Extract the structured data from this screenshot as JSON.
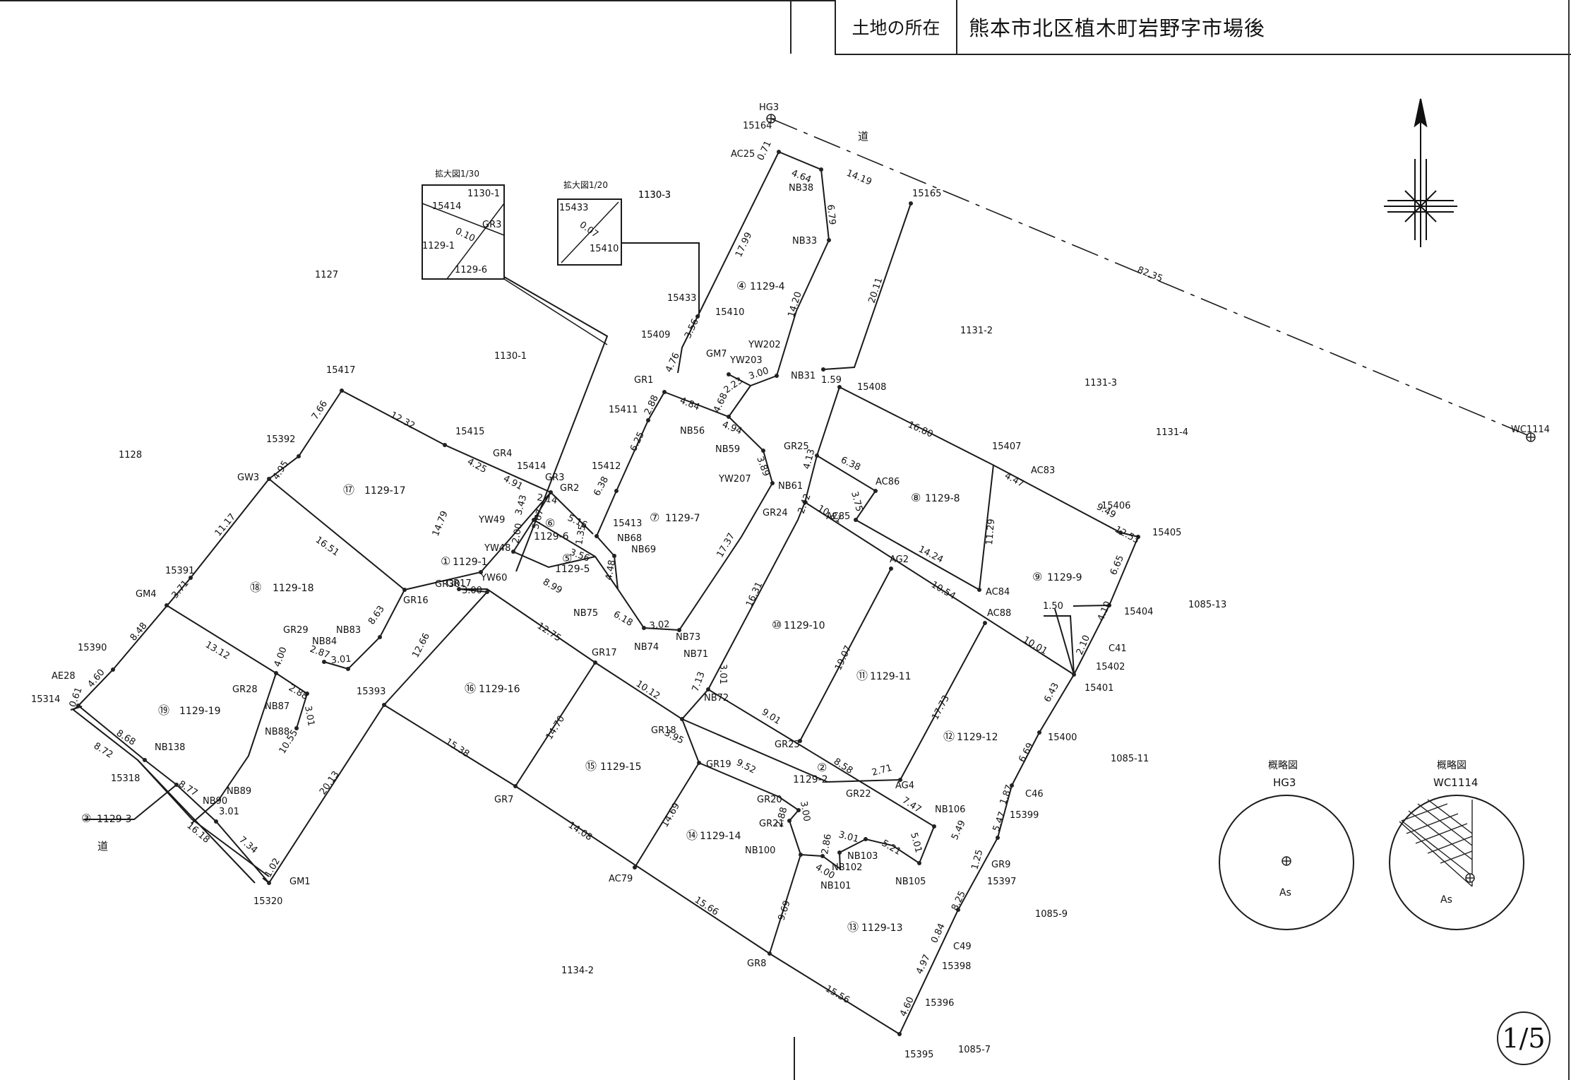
{
  "header": {
    "label": "土地の所在",
    "value": "熊本市北区植木町岩野字市場後"
  },
  "page_number": "1/5",
  "colors": {
    "line": "#1a1a1a",
    "text": "#111111"
  },
  "icons": [
    "north-arrow-icon",
    "benchmark-symbol-icon"
  ],
  "parcels": [
    {
      "no": "①",
      "id": "1129-1"
    },
    {
      "no": "②",
      "id": "1129-2"
    },
    {
      "no": "③",
      "id": "1129-3"
    },
    {
      "no": "④",
      "id": "1129-4"
    },
    {
      "no": "⑤",
      "id": "1129-5"
    },
    {
      "no": "⑥",
      "id": "1129-6"
    },
    {
      "no": "⑦",
      "id": "1129-7"
    },
    {
      "no": "⑧",
      "id": "1129-8"
    },
    {
      "no": "⑨",
      "id": "1129-9"
    },
    {
      "no": "⑩",
      "id": "1129-10"
    },
    {
      "no": "⑪",
      "id": "1129-11"
    },
    {
      "no": "⑫",
      "id": "1129-12"
    },
    {
      "no": "⑬",
      "id": "1129-13"
    },
    {
      "no": "⑭",
      "id": "1129-14"
    },
    {
      "no": "⑮",
      "id": "1129-15"
    },
    {
      "no": "⑯",
      "id": "1129-16"
    },
    {
      "no": "⑰",
      "id": "1129-17"
    },
    {
      "no": "⑱",
      "id": "1129-18"
    },
    {
      "no": "⑲",
      "id": "1129-19"
    }
  ],
  "neighbor_lots": [
    "1127",
    "1128",
    "1130-1",
    "1130-3",
    "1131-2",
    "1131-3",
    "1131-4",
    "1085-13",
    "1085-11",
    "1085-9",
    "1085-7",
    "1134-2"
  ],
  "road_label": "道",
  "points": [
    "HG3",
    "15164",
    "AC25",
    "NB38",
    "15165",
    "NB33",
    "15433",
    "15410",
    "15409",
    "GM7",
    "YW202",
    "YW203",
    "NB31",
    "GR1",
    "15411",
    "NB56",
    "NB59",
    "YW207",
    "GR25",
    "NB61",
    "GR24",
    "15408",
    "15407",
    "AC83",
    "AC86",
    "AC85",
    "15406",
    "15405",
    "AC84",
    "AG2",
    "AC88",
    "15404",
    "C41",
    "15402",
    "15401",
    "15400",
    "C46",
    "15399",
    "GR9",
    "15397",
    "C49",
    "15398",
    "15396",
    "15395",
    "GR8",
    "AC79",
    "GR7",
    "GR17",
    "GR18",
    "GR19",
    "GR20",
    "GR21",
    "NB100",
    "NB101",
    "NB102",
    "NB103",
    "NB105",
    "NB106",
    "AG4",
    "GR22",
    "GR23",
    "NB72",
    "NB71",
    "NB73",
    "NB74",
    "NB75",
    "15413",
    "NB68",
    "NB69",
    "15412",
    "15414",
    "GR3",
    "GR2",
    "GR4",
    "YW49",
    "YW48",
    "15415",
    "15417",
    "15392",
    "GW3",
    "15391",
    "GM4",
    "15390",
    "AE28",
    "15314",
    "15318",
    "NB138",
    "NB90",
    "NB89",
    "GM1",
    "15320",
    "GR28",
    "NB87",
    "NB88",
    "GR29",
    "NB84",
    "NB83",
    "GR16",
    "GR30",
    "YW60",
    "15393",
    "WC1114"
  ],
  "distances": [
    "0.71",
    "4.64",
    "14.19",
    "6.79",
    "17.99",
    "20.11",
    "82.35",
    "14.20",
    "3.56",
    "4.76",
    "3.00",
    "2.23",
    "4.68",
    "4.84",
    "4.94",
    "3.89",
    "2.88",
    "6.25",
    "1.59",
    "16.80",
    "6.38",
    "3.75",
    "4.13",
    "2.42",
    "4.47",
    "9.49",
    "12.53",
    "11.29",
    "14.24",
    "10.81",
    "10.54",
    "6.65",
    "4.10",
    "2.10",
    "1.50",
    "10.01",
    "6.43",
    "6.69",
    "1.87",
    "5.47",
    "1.25",
    "8.25",
    "0.84",
    "4.97",
    "4.60",
    "15.56",
    "9.69",
    "15.66",
    "14.08",
    "15.38",
    "14.69",
    "14.70",
    "12.75",
    "10.12",
    "3.95",
    "9.52",
    "3.00",
    "2.88",
    "2.86",
    "4.00",
    "3.01",
    "5.21",
    "5.01",
    "5.49",
    "7.47",
    "2.71",
    "8.58",
    "9.01",
    "3.01",
    "7.13",
    "16.31",
    "17.37",
    "19.07",
    "17.73",
    "6.38",
    "6.18",
    "3.02",
    "8.99",
    "4.48",
    "3.56",
    "1.35",
    "5.16",
    "2.14",
    "3.43",
    "5.67",
    "2.00",
    "4.91",
    "4.25",
    "12.32",
    "7.66",
    "4.95",
    "11.17",
    "3.71",
    "8.48",
    "4.60",
    "0.61",
    "8.68",
    "8.72",
    "8.77",
    "3.01",
    "16.18",
    "7.34",
    "1.02",
    "10.55",
    "20.13",
    "12.66",
    "3.00",
    "13.12",
    "16.51",
    "14.79",
    "8.63",
    "4.00",
    "2.87",
    "3.01",
    "2.88",
    "3.01"
  ],
  "insets": {
    "a": {
      "title": "拡大図1/30",
      "lot1": "1130-1",
      "lot2": "1129-1",
      "lot3": "1129-6",
      "pt1": "15414",
      "pt2": "GR3",
      "dist": "0.10"
    },
    "b": {
      "title": "拡大図1/20",
      "lot": "1130-3",
      "pt1": "15433",
      "pt2": "15410",
      "dist": "0.07"
    }
  },
  "sketches": [
    {
      "title": "概略図",
      "point": "HG3",
      "mark": "As"
    },
    {
      "title": "概略図",
      "point": "WC1114",
      "mark": "As"
    }
  ]
}
